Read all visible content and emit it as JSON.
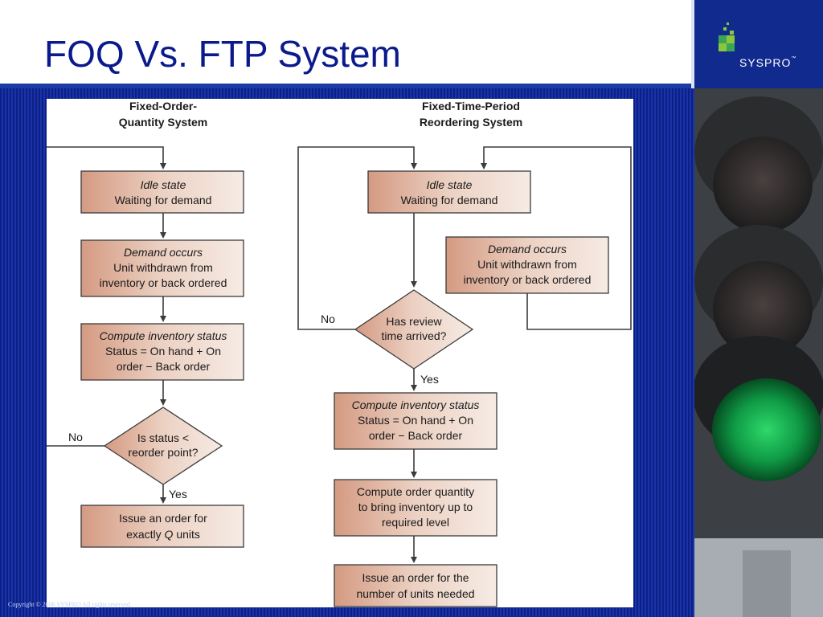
{
  "slide": {
    "title": "FOQ Vs. FTP System",
    "copyright": "Copyright © 2006 SYSPRO All rights reserved.",
    "logo": {
      "brand": "SYSPRO",
      "trademark": "™",
      "icon": "syspro-logo-icon"
    }
  },
  "colors": {
    "title": "#0a1a8c",
    "banner": "#112a8e",
    "box_fill_start": "#f4e2d8",
    "box_fill_end": "#d9a791"
  },
  "foq": {
    "title_lines": [
      "Fixed-Order-",
      "Quantity System"
    ],
    "idle": {
      "italic": "Idle state",
      "lines": [
        "Waiting for demand"
      ]
    },
    "demand": {
      "italic": "Demand occurs",
      "lines": [
        "Unit withdrawn from",
        "inventory or back ordered"
      ]
    },
    "compute": {
      "italic": "Compute inventory status",
      "lines": [
        "Status = On hand + On",
        "order − Back order"
      ]
    },
    "decision": {
      "lines": [
        "Is status <",
        "reorder point?"
      ]
    },
    "no_label": "No",
    "yes_label": "Yes",
    "issue": {
      "line1": "Issue an order for",
      "line2_pre": "exactly ",
      "line2_italic": "Q",
      "line2_post": " units"
    }
  },
  "ftp": {
    "title_lines": [
      "Fixed-Time-Period",
      "Reordering System"
    ],
    "idle": {
      "italic": "Idle state",
      "lines": [
        "Waiting for demand"
      ]
    },
    "demand": {
      "italic": "Demand occurs",
      "lines": [
        "Unit withdrawn from",
        "inventory or back ordered"
      ]
    },
    "decision": {
      "lines": [
        "Has review",
        "time arrived?"
      ]
    },
    "no_label": "No",
    "yes_label": "Yes",
    "compute": {
      "italic": "Compute inventory status",
      "lines": [
        "Status = On hand + On",
        "order − Back order"
      ]
    },
    "order_qty": {
      "lines": [
        "Compute order quantity",
        "to bring inventory up to",
        "required level"
      ]
    },
    "issue": {
      "lines": [
        "Issue an order for the",
        "number of units needed"
      ]
    }
  }
}
